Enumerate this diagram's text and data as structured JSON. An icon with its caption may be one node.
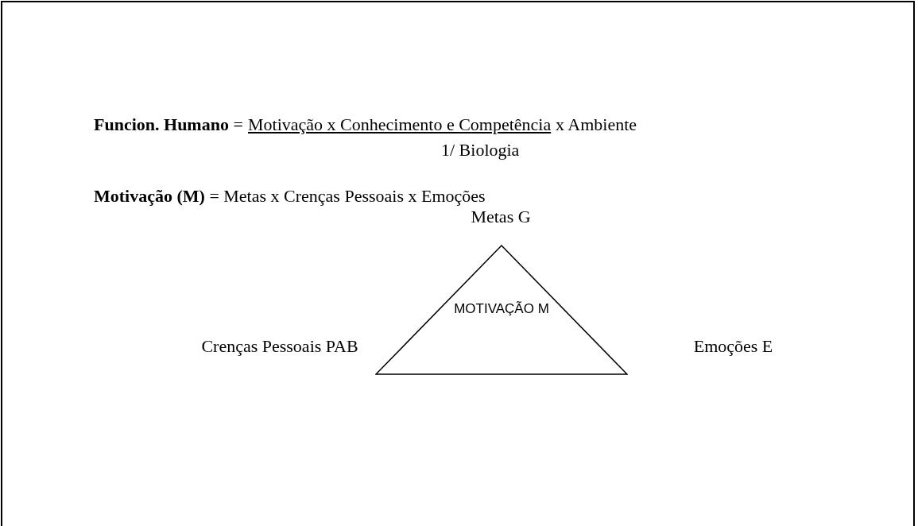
{
  "diagram": {
    "nodes": [
      {
        "text": [
          "MOTIVAÇÃO M"
        ],
        "beside": [
          "Metas G",
          "Crenças Pessoais PAB",
          "Emoções E"
        ]
      }
    ],
    "labels": [
      "**Funcion. Humano** =",
      "Motivação x Conhecimento e Competência",
      "x Ambiente",
      "1/ Biologia",
      "**Motivação (M)** = Metas x Crenças Pessoais x Emoções"
    ]
  }
}
